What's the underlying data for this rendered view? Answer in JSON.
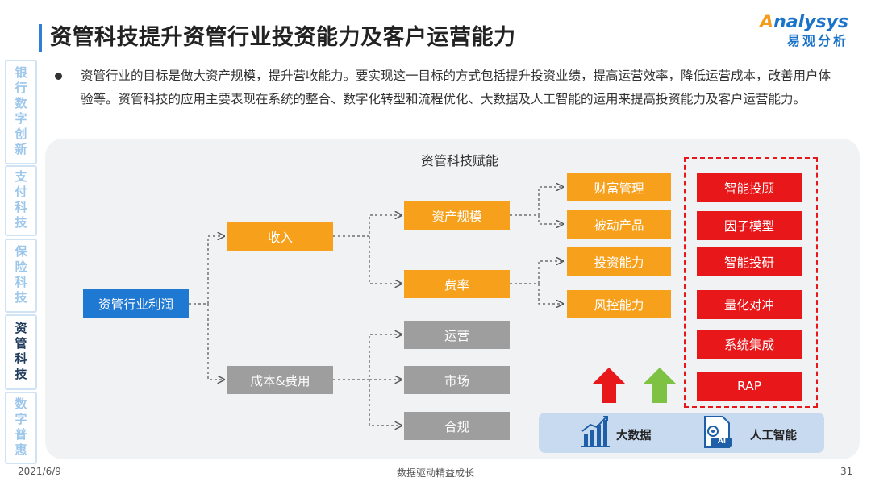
{
  "title": "资管科技提升资管行业投资能力及客户运营能力",
  "logo": {
    "en": "nalysys",
    "en_initial": "A",
    "cn": "易观分析"
  },
  "sidebar": [
    {
      "label": "银行数字创新",
      "active": false
    },
    {
      "label": "支付科技",
      "active": false
    },
    {
      "label": "保险科技",
      "active": false
    },
    {
      "label": "资管科技",
      "active": true
    },
    {
      "label": "数字普惠",
      "active": false
    }
  ],
  "bullet": "资管行业的目标是做大资产规模，提升营收能力。要实现这一目标的方式包括提升投资业绩，提高运营效率，降低运营成本，改善用户体验等。资管科技的应用主要表现在系统的整合、数字化转型和流程优化、大数据及人工智能的运用来提高投资能力及客户运营能力。",
  "diagram": {
    "heading": "资管科技赋能",
    "root": "资管行业利润",
    "income": "收入",
    "cost": "成本&费用",
    "asset_scale": "资产规模",
    "fee_rate": "费率",
    "costs": [
      "运营",
      "市场",
      "合规"
    ],
    "capabilities": [
      "财富管理",
      "被动产品",
      "投资能力",
      "风控能力"
    ],
    "techs": [
      "智能投顾",
      "因子模型",
      "智能投研",
      "量化对冲",
      "系统集成",
      "RAP"
    ],
    "bottom": {
      "big_data": "大数据",
      "ai": "人工智能",
      "ai_badge": "AI"
    }
  },
  "colors": {
    "blue": "#1f78d1",
    "orange": "#f7a01c",
    "gray": "#9e9e9e",
    "red": "#e8171a",
    "green": "#7dc242"
  },
  "footer": {
    "date": "2021/6/9",
    "slogan": "数据驱动精益成长",
    "page": "31"
  }
}
